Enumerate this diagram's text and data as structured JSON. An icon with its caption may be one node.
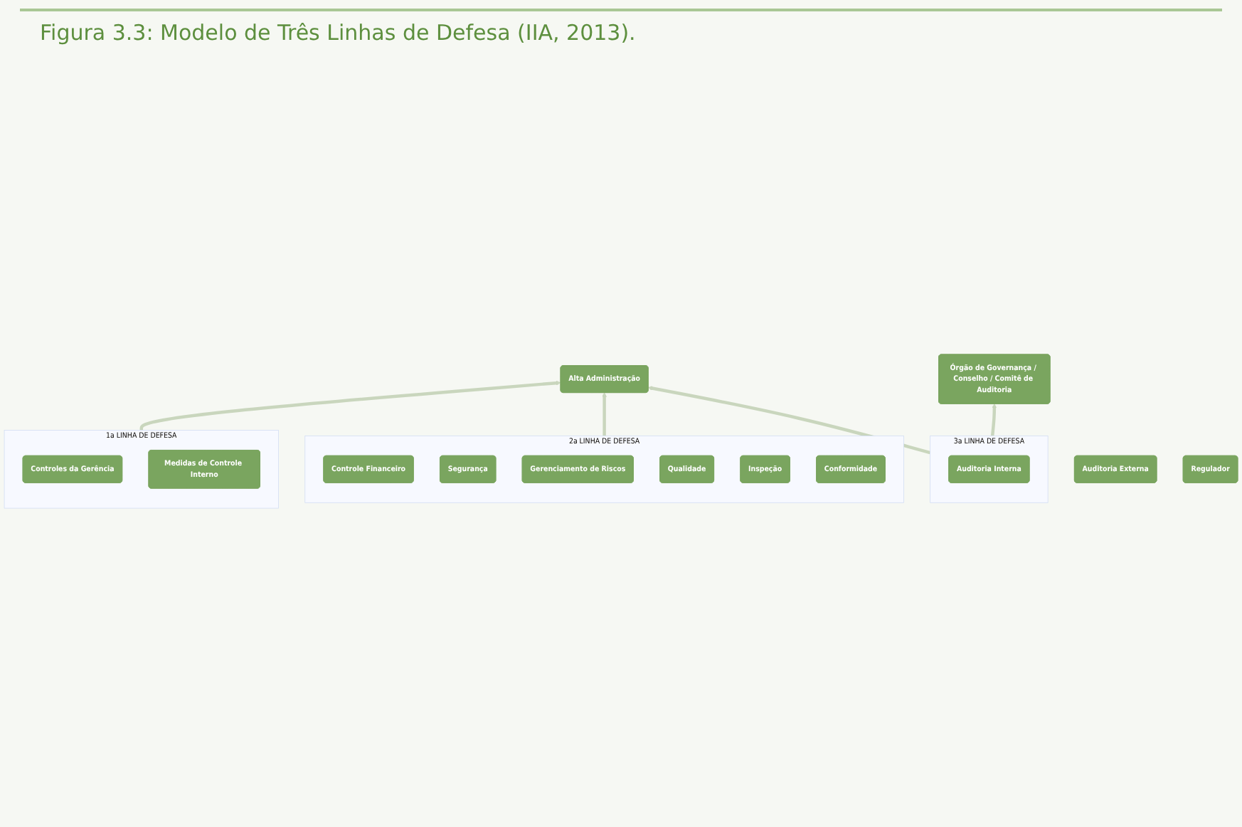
{
  "diagram": {
    "title": "Figura 3.3: Modelo de Três Linhas de Defesa (IIA, 2013).",
    "nodes": [
      {
        "text": [
          "Órgão de Governança / Conselho / Comitê de Auditoria"
        ]
      },
      {
        "text": [
          "Alta Administração"
        ]
      },
      {
        "text": [
          "1a LINHA DE DEFESA"
        ]
      },
      {
        "text": [
          "Controles da Gerência"
        ],
        "in": 2
      },
      {
        "text": [
          "Medidas de Controle Interno"
        ],
        "in": 2
      },
      {
        "text": [
          "2a LINHA DE DEFESA"
        ]
      },
      {
        "text": [
          "Controle Financeiro"
        ],
        "in": 5
      },
      {
        "text": [
          "Segurança"
        ],
        "in": 5
      },
      {
        "text": [
          "Gerenciamento de Riscos"
        ],
        "in": 5
      },
      {
        "text": [
          "Qualidade"
        ],
        "in": 5
      },
      {
        "text": [
          "Inspeção"
        ],
        "in": 5
      },
      {
        "text": [
          "Conformidade"
        ],
        "in": 5
      },
      {
        "text": [
          "3a LINHA DE DEFESA"
        ]
      },
      {
        "text": [
          "Auditoria Interna"
        ],
        "in": 12
      },
      {
        "text": [
          "Auditoria Externa"
        ]
      },
      {
        "text": [
          "Regulador"
        ]
      }
    ],
    "edges": [
      {
        "from": 2,
        "to": 1,
        "arrow": "to"
      },
      {
        "from": 5,
        "to": 1,
        "arrow": "to"
      },
      {
        "from": 12,
        "to": 1,
        "arrow": "to"
      },
      {
        "from": 12,
        "to": 0,
        "arrow": "to"
      }
    ]
  }
}
